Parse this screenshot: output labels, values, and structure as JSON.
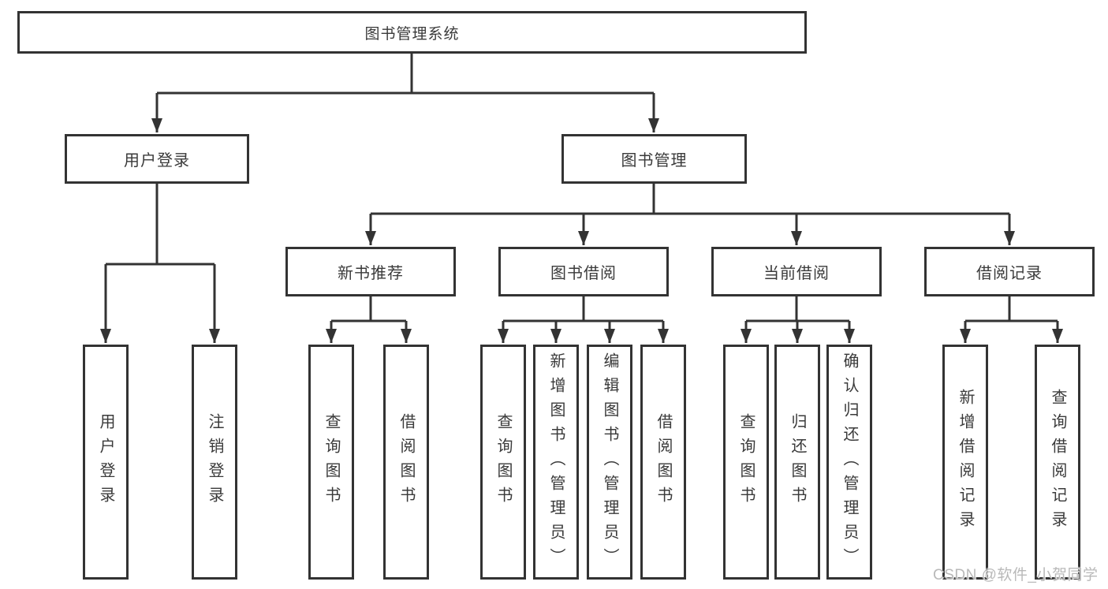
{
  "colors": {
    "line": "#333333",
    "box_border": "#333333",
    "box_fill": "#ffffff",
    "text": "#3a3a3a",
    "watermark": "#b9b9b9",
    "background": "#ffffff"
  },
  "watermark": {
    "text": "CSDN @软件_小贺同学"
  },
  "tree": {
    "root": {
      "label": "图书管理系统"
    },
    "children": [
      {
        "label": "用户登录",
        "children": [
          {
            "label": "用户登录"
          },
          {
            "label": "注销登录"
          }
        ]
      },
      {
        "label": "图书管理",
        "children": [
          {
            "label": "新书推荐",
            "children": [
              {
                "label": "查询图书"
              },
              {
                "label": "借阅图书"
              }
            ]
          },
          {
            "label": "图书借阅",
            "children": [
              {
                "label": "查询图书"
              },
              {
                "label": "新增图书（管理员）"
              },
              {
                "label": "编辑图书（管理员）"
              },
              {
                "label": "借阅图书"
              }
            ]
          },
          {
            "label": "当前借阅",
            "children": [
              {
                "label": "查询图书"
              },
              {
                "label": "归还图书"
              },
              {
                "label": "确认归还（管理员）"
              }
            ]
          },
          {
            "label": "借阅记录",
            "children": [
              {
                "label": "新增借阅记录"
              },
              {
                "label": "查询借阅记录"
              }
            ]
          }
        ]
      }
    ]
  }
}
